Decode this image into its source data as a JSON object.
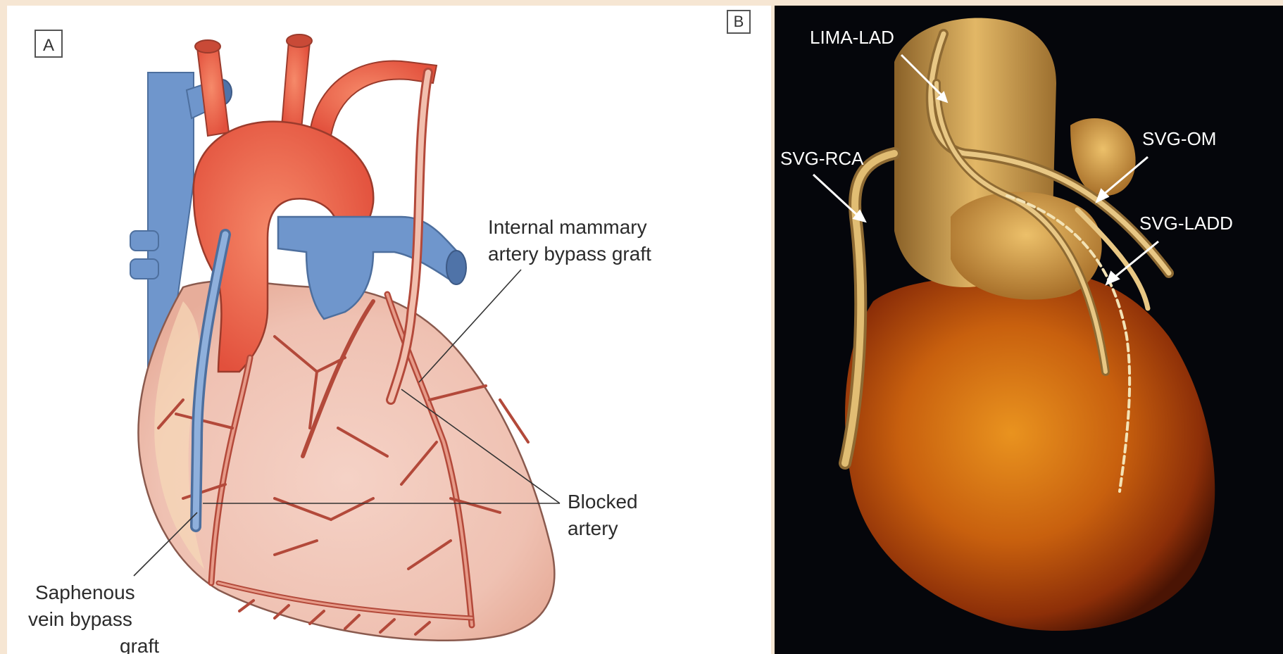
{
  "panel_a": {
    "tag": "A",
    "labels": {
      "ima_line1": "Internal mammary",
      "ima_line2": "artery bypass graft",
      "blocked_line1": "Blocked",
      "blocked_line2": "artery",
      "svg_line1": "Saphenous",
      "svg_line2": "vein bypass",
      "svg_line3": "graft"
    }
  },
  "panel_b": {
    "tag": "B",
    "labels": {
      "lima_lad": "LIMA-LAD",
      "svg_rca": "SVG-RCA",
      "svg_om": "SVG-OM",
      "svg_ladd": "SVG-LADD"
    }
  },
  "colors": {
    "artery": "#e8604a",
    "vein": "#6f96cc",
    "heart": "#f2c7b7",
    "vessel": "#b3493a",
    "ct_heart": "#c65a0c",
    "ct_aorta": "#c99a45",
    "label_dark": "#2b2b2b",
    "label_light": "#ffffff"
  }
}
